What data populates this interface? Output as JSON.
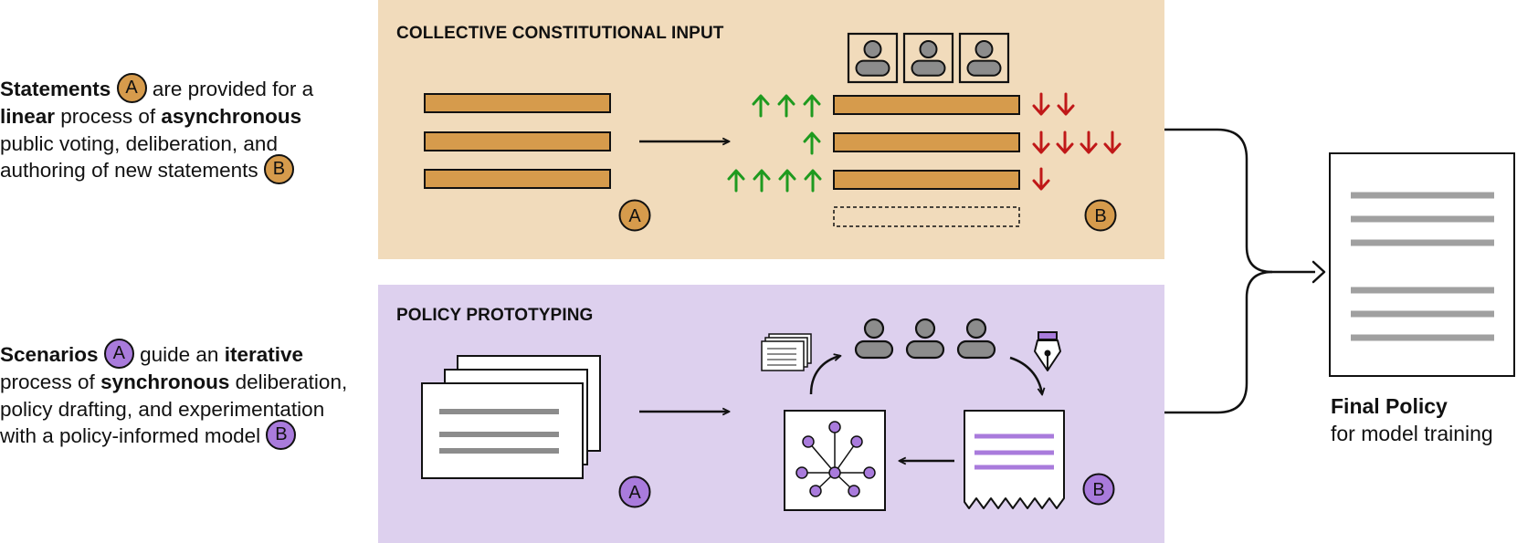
{
  "top_description": {
    "w1": "Statements",
    "badge_a": "A",
    "w2": "are provided for a",
    "w3": "linear",
    "w4": "process of",
    "w5": "asynchronous",
    "w6": "public voting, deliberation, and authoring of new statements",
    "badge_b": "B"
  },
  "bottom_description": {
    "w1": "Scenarios",
    "badge_a": "A",
    "w2": "guide an",
    "w3": "iterative",
    "w4": "process of",
    "w5": "synchronous",
    "w6": "deliberation, policy drafting, and experimentation with a policy-informed model",
    "badge_b": "B"
  },
  "panels": {
    "top": {
      "title": "COLLECTIVE CONSTITUTIONAL INPUT",
      "badge_a": "A",
      "badge_b": "B"
    },
    "bottom": {
      "title": "POLICY PROTOTYPING",
      "badge_a": "A",
      "badge_b": "B"
    }
  },
  "final": {
    "title": "Final Policy",
    "subtitle": "for model training"
  },
  "colors": {
    "orange_panel": "#f1dbbb",
    "purple_panel": "#ddd0ee",
    "orange_accent": "#d69b4c",
    "purple_accent": "#a97bdc",
    "up_arrow": "#1f9a1f",
    "down_arrow": "#c01818",
    "gray": "#8c8c8c"
  },
  "icons": [
    "person-icon",
    "document-stack-icon",
    "fountain-pen-icon",
    "network-graph-icon",
    "torn-document-icon",
    "up-arrow-icon",
    "down-arrow-icon"
  ]
}
